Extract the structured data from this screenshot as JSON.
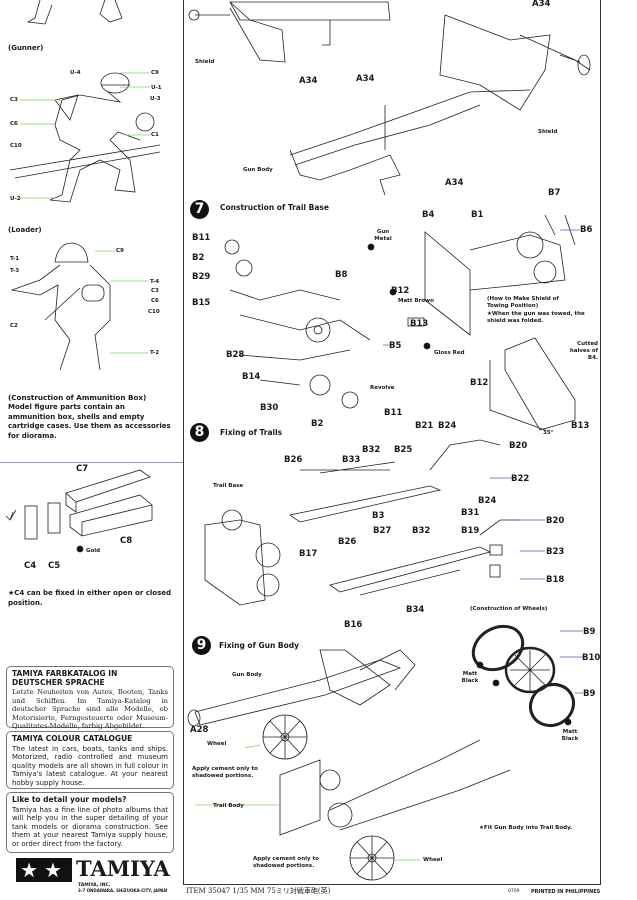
{
  "figures": {
    "gunner": {
      "title": "(Gunner)",
      "labels": [
        "U-4",
        "C9",
        "U-1",
        "U-3",
        "C3",
        "C1",
        "C6",
        "C10",
        "U-2"
      ]
    },
    "loader": {
      "title": "(Loader)",
      "labels": [
        "C9",
        "T-1",
        "T-3",
        "T-4",
        "C3",
        "C6",
        "C10",
        "C2",
        "T-2"
      ]
    }
  },
  "ammo_box": {
    "title": "(Construction of Ammunition Box)",
    "text": "Model figure parts contain an ammunition box, shells and empty cartridge cases. Use them as accessories for diorama.",
    "labels": [
      "C7",
      "C8",
      "C4",
      "C5"
    ],
    "paint": "Gold",
    "note": "★C4 can be fixed in either open or closed position."
  },
  "info_boxes": [
    {
      "title": "TAMIYA FARBKATALOG IN DEUTSCHER SPRACHE",
      "text": "Letzte Neuheiten von Autos, Booten, Tanks und Schiffen. Im Tamiya-Katalog in deutscher Sprache sind alle Modelle, ob Motorisierte, Ferngesteuerte oder Museum-Qualitates-Modelle, farbig Abgebildet."
    },
    {
      "title": "TAMIYA COLOUR CATALOGUE",
      "text": "The latest in cars, boats, tanks and ships. Motorized, radio controlled and museum quality models are all shown in full colour in Tamiya's latest catalogue. At your nearest hobby supply house."
    },
    {
      "title": "Like to detail your models?",
      "text": "Tamiya has a fine line of photo albums that will help you in the super detailing of your tank models or diorama construction. See them at your nearest Tamiya supply house, or order direct from the factory."
    }
  ],
  "logo": {
    "name": "TAMIYA",
    "company": "TAMIYA, INC.",
    "address": "3-7 ONDAWARA, SHIZUOKA-CITY, JAPAN"
  },
  "top_section": {
    "labels": [
      "Shield",
      "A34",
      "A34",
      "A34",
      "Shield",
      "Gun Body",
      "A34"
    ]
  },
  "step7": {
    "number": "7",
    "title": "Construction of Trail Base",
    "labels": [
      "B7",
      "B4",
      "B1",
      "Gun Metal",
      "B6",
      "B11",
      "B2",
      "B29",
      "B8",
      "B15",
      "B12",
      "Matt Brown",
      "B13",
      "B5",
      "Gloss Red",
      "B28",
      "B12",
      "B14",
      "Revolve",
      "B30",
      "B11",
      "B2",
      "35°",
      "B13"
    ],
    "towing_note": {
      "title": "(How to Make Shield of Towing Position)",
      "text": "★When the gun was towed, the shield was folded."
    },
    "cutted_note": "Cutted halves of B4."
  },
  "step8": {
    "number": "8",
    "title": "Fixing of Trails",
    "labels": [
      "B21",
      "B24",
      "B20",
      "B26",
      "B33",
      "B32",
      "B25",
      "B22",
      "Trail Base",
      "B24",
      "B31",
      "B3",
      "B20",
      "B19",
      "B27",
      "B32",
      "B26",
      "B17",
      "B23",
      "B18",
      "B34",
      "B16"
    ]
  },
  "wheels": {
    "title": "(Construction of Wheels)",
    "labels": [
      "B9",
      "B10",
      "B9"
    ],
    "paint": "Matt Black"
  },
  "step9": {
    "number": "9",
    "title": "Fixing of Gun Body",
    "labels": [
      "Gun Body",
      "A28",
      "Wheel",
      "Trail Body",
      "Wheel"
    ],
    "cement_note": "Apply cement only to shadowed portions.",
    "fit_note": "★Fit Gun Body into Trail Body."
  },
  "footer": {
    "item": "ITEM 35047  1/35 MM 75ミリ対戦車砲(英)",
    "code": "0709",
    "printed": "PRINTED IN PHILIPPINES"
  },
  "colors": {
    "ink": "#1a1a1a",
    "leader_green": "#7ccf5a",
    "leader_magenta": "#c04cc0",
    "leader_blue": "#4a5fd0",
    "leader_yellow": "#e0d040"
  }
}
